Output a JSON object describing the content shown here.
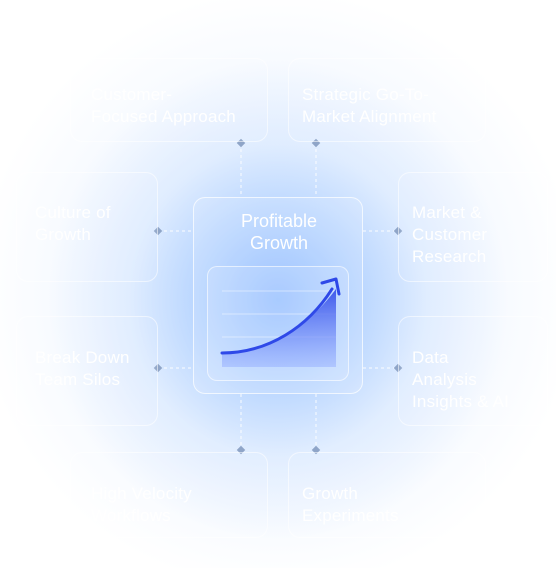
{
  "center": {
    "title": "Profitable\nGrowth",
    "chart_icon": "growth-curve-arrow-icon",
    "accent_color": "#2f49e8"
  },
  "nodes": [
    {
      "id": "customer-focused-approach",
      "label": "Customer-\nFocused Approach"
    },
    {
      "id": "strategic-go-to-market-alignment",
      "label": "Strategic Go-To-\nMarket Alignment"
    },
    {
      "id": "culture-of-growth",
      "label": "Culture of\nGrowth"
    },
    {
      "id": "market-customer-research",
      "label": "Market &\nCustomer\nResearch"
    },
    {
      "id": "break-down-team-silos",
      "label": "Break Down\nTeam Silos"
    },
    {
      "id": "data-analysis-insights",
      "label": "Data\nAnalysis\nInsights & AI"
    },
    {
      "id": "high-velocity-workflows",
      "label": "High Velocity\nWorkflows"
    },
    {
      "id": "growth-experiments",
      "label": "Growth\nExperiments"
    }
  ]
}
